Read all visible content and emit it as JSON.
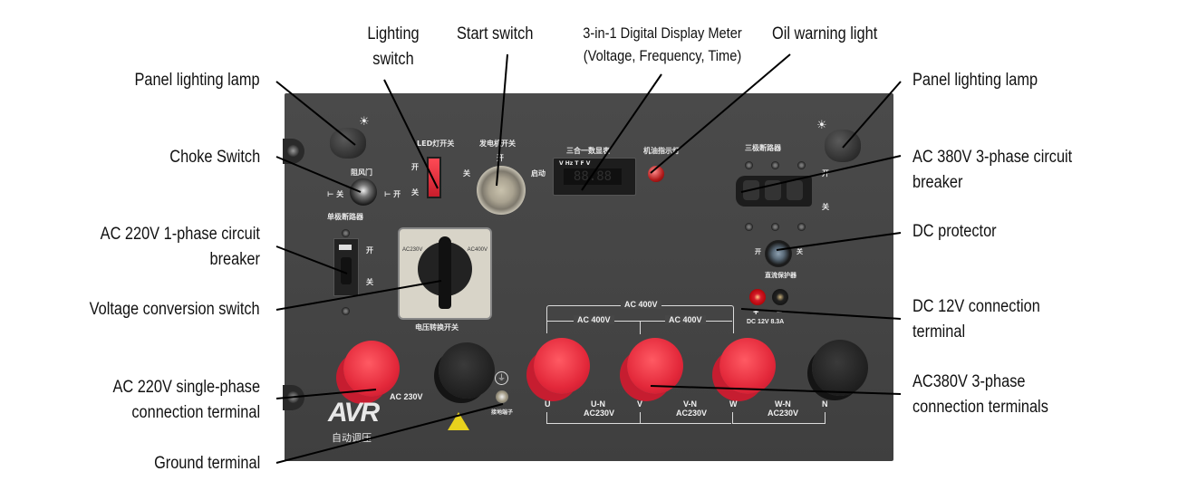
{
  "callouts": {
    "panel_lamp_left": "Panel lighting lamp",
    "lighting_switch": [
      "Lighting",
      "switch"
    ],
    "start_switch": "Start switch",
    "digital_meter": [
      "3-in-1 Digital Display Meter",
      "(Voltage, Frequency, Time)"
    ],
    "oil_warning": "Oil warning light",
    "panel_lamp_right": "Panel lighting lamp",
    "choke_switch": "Choke Switch",
    "ac380_breaker": [
      "AC 380V 3-phase circuit",
      "breaker"
    ],
    "ac220_breaker": [
      "AC 220V 1-phase circuit",
      "breaker"
    ],
    "dc_protector": "DC protector",
    "voltage_switch": "Voltage conversion switch",
    "dc12_terminal": [
      "DC 12V connection",
      "terminal"
    ],
    "ac220_terminal": [
      "AC 220V single-phase",
      "connection terminal"
    ],
    "ac380_terminals": [
      "AC380V 3-phase",
      "connection terminals"
    ],
    "ground_terminal": "Ground terminal"
  },
  "panel": {
    "led_switch_label": "LED灯开关",
    "gen_switch_label": "发电机开关",
    "on": "开",
    "off": "关",
    "start": "启动",
    "choke_label": "阻风门",
    "single_breaker_label": "单极断路器",
    "meter_label": "三合一数显表",
    "meter_modes": "V Hz T F V",
    "meter_digits": "88.88",
    "oil_label": "机油指示灯",
    "triple_breaker_label": "三极断路器",
    "dc_protector_label": "直流保护器",
    "voltage_switch_label": "电压转换开关",
    "switch_left": "AC230V",
    "switch_right": "AC400V",
    "ac230": "AC 230V",
    "ac400_top": "AC 400V",
    "ac400_left": "AC 400V",
    "ac400_right": "AC 400V",
    "phase_u": "U",
    "phase_v": "V",
    "phase_w": "W",
    "phase_n": "N",
    "un": "U-N",
    "vn": "V-N",
    "wn": "W-N",
    "ac230v": "AC230V",
    "dc12": "DC 12V 8.3A",
    "plus": "+",
    "minus": "−",
    "ground_label": "接地端子",
    "brand": "AVR",
    "brand_sub": "自动调压"
  }
}
